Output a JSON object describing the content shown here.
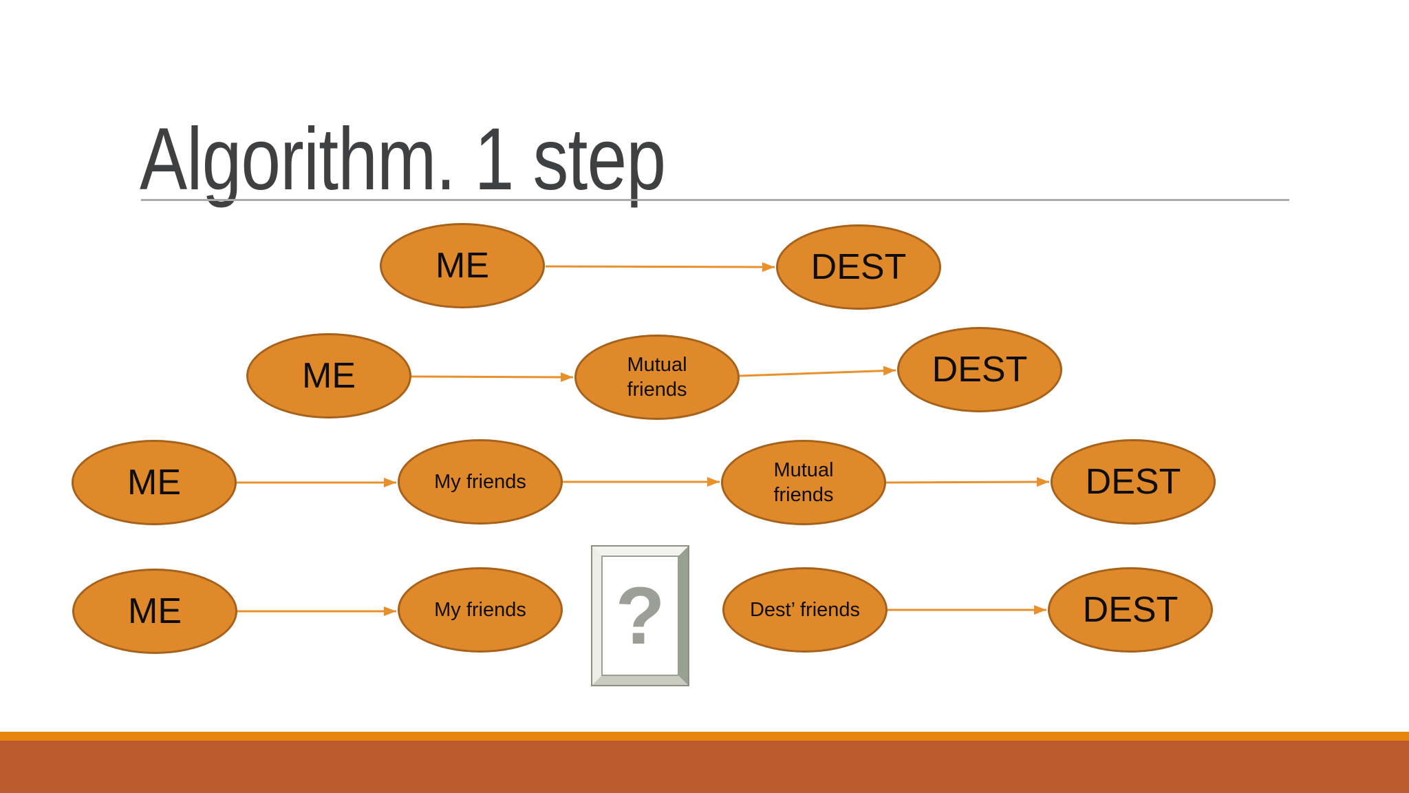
{
  "slide": {
    "title": "Algorithm. 1 step"
  },
  "diagram": {
    "rows": [
      {
        "nodes": [
          {
            "label": "ME"
          },
          {
            "label": "DEST"
          }
        ]
      },
      {
        "nodes": [
          {
            "label": "ME"
          },
          {
            "label": "Mutual friends"
          },
          {
            "label": "DEST"
          }
        ]
      },
      {
        "nodes": [
          {
            "label": "ME"
          },
          {
            "label": "My friends"
          },
          {
            "label": "Mutual friends"
          },
          {
            "label": "DEST"
          }
        ]
      },
      {
        "nodes": [
          {
            "label": "ME"
          },
          {
            "label": "My friends"
          },
          {
            "label": "Dest’ friends"
          },
          {
            "label": "DEST"
          }
        ]
      }
    ],
    "placeholder": {
      "glyph": "?"
    }
  },
  "colors": {
    "node_fill": "#E0892B",
    "node_border": "#A6611A",
    "arrow": "#E8902B",
    "title_text": "#3E4042",
    "title_rule": "#ABABAB",
    "footer_stripe": "#E6860F",
    "footer_band": "#BB5A2C",
    "frame_border": "#8F9585",
    "question_mark": "#9C9F98",
    "background": "#FFFFFF"
  }
}
